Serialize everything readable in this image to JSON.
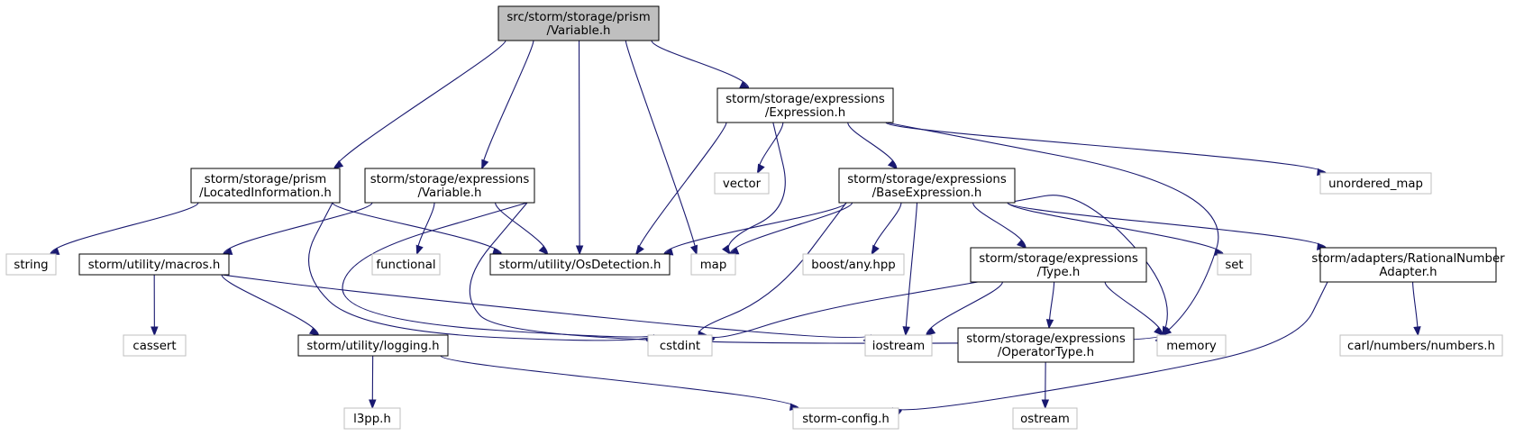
{
  "graph": {
    "colors": {
      "edge": "#191970",
      "root_fill": "#bfbfbf",
      "local_border": "#000000",
      "system_border": "#bfbfbf"
    },
    "nodes": [
      {
        "id": "root",
        "kind": "root",
        "lines": [
          "src/storm/storage/prism",
          "/Variable.h"
        ]
      },
      {
        "id": "expr",
        "kind": "local",
        "lines": [
          "storm/storage/expressions",
          "/Expression.h"
        ]
      },
      {
        "id": "locinfo",
        "kind": "local",
        "lines": [
          "storm/storage/prism",
          "/LocatedInformation.h"
        ]
      },
      {
        "id": "exprvar",
        "kind": "local",
        "lines": [
          "storm/storage/expressions",
          "/Variable.h"
        ]
      },
      {
        "id": "baseexpr",
        "kind": "local",
        "lines": [
          "storm/storage/expressions",
          "/BaseExpression.h"
        ]
      },
      {
        "id": "vector",
        "kind": "system",
        "lines": [
          "vector"
        ]
      },
      {
        "id": "unordered_map",
        "kind": "system",
        "lines": [
          "unordered_map"
        ]
      },
      {
        "id": "string",
        "kind": "system",
        "lines": [
          "string"
        ]
      },
      {
        "id": "macros",
        "kind": "local",
        "lines": [
          "storm/utility/macros.h"
        ]
      },
      {
        "id": "functional",
        "kind": "system",
        "lines": [
          "functional"
        ]
      },
      {
        "id": "osdet",
        "kind": "local",
        "lines": [
          "storm/utility/OsDetection.h"
        ]
      },
      {
        "id": "map",
        "kind": "system",
        "lines": [
          "map"
        ]
      },
      {
        "id": "boostany",
        "kind": "system",
        "lines": [
          "boost/any.hpp"
        ]
      },
      {
        "id": "type",
        "kind": "local",
        "lines": [
          "storm/storage/expressions",
          "/Type.h"
        ]
      },
      {
        "id": "set",
        "kind": "system",
        "lines": [
          "set"
        ]
      },
      {
        "id": "rational",
        "kind": "local",
        "lines": [
          "storm/adapters/RationalNumber",
          "Adapter.h"
        ]
      },
      {
        "id": "cassert",
        "kind": "system",
        "lines": [
          "cassert"
        ]
      },
      {
        "id": "logging",
        "kind": "local",
        "lines": [
          "storm/utility/logging.h"
        ]
      },
      {
        "id": "cstdint",
        "kind": "system",
        "lines": [
          "cstdint"
        ]
      },
      {
        "id": "iostream",
        "kind": "system",
        "lines": [
          "iostream"
        ]
      },
      {
        "id": "optype",
        "kind": "local",
        "lines": [
          "storm/storage/expressions",
          "/OperatorType.h"
        ]
      },
      {
        "id": "memory",
        "kind": "system",
        "lines": [
          "memory"
        ]
      },
      {
        "id": "carl",
        "kind": "system",
        "lines": [
          "carl/numbers/numbers.h"
        ]
      },
      {
        "id": "l3pp",
        "kind": "system",
        "lines": [
          "l3pp.h"
        ]
      },
      {
        "id": "stormconfig",
        "kind": "system",
        "lines": [
          "storm-config.h"
        ]
      },
      {
        "id": "ostream",
        "kind": "system",
        "lines": [
          "ostream"
        ]
      }
    ],
    "edges": [
      [
        "root",
        "expr"
      ],
      [
        "root",
        "locinfo"
      ],
      [
        "root",
        "exprvar"
      ],
      [
        "root",
        "osdet"
      ],
      [
        "root",
        "map"
      ],
      [
        "expr",
        "vector"
      ],
      [
        "expr",
        "unordered_map"
      ],
      [
        "expr",
        "baseexpr"
      ],
      [
        "expr",
        "osdet"
      ],
      [
        "expr",
        "map"
      ],
      [
        "expr",
        "memory"
      ],
      [
        "locinfo",
        "string"
      ],
      [
        "locinfo",
        "osdet"
      ],
      [
        "locinfo",
        "cstdint"
      ],
      [
        "exprvar",
        "macros"
      ],
      [
        "exprvar",
        "functional"
      ],
      [
        "exprvar",
        "osdet"
      ],
      [
        "exprvar",
        "cstdint"
      ],
      [
        "exprvar",
        "memory"
      ],
      [
        "baseexpr",
        "osdet"
      ],
      [
        "baseexpr",
        "map"
      ],
      [
        "baseexpr",
        "boostany"
      ],
      [
        "baseexpr",
        "type"
      ],
      [
        "baseexpr",
        "set"
      ],
      [
        "baseexpr",
        "rational"
      ],
      [
        "baseexpr",
        "cstdint"
      ],
      [
        "baseexpr",
        "iostream"
      ],
      [
        "baseexpr",
        "memory"
      ],
      [
        "macros",
        "cassert"
      ],
      [
        "macros",
        "logging"
      ],
      [
        "macros",
        "iostream"
      ],
      [
        "type",
        "cstdint"
      ],
      [
        "type",
        "iostream"
      ],
      [
        "type",
        "optype"
      ],
      [
        "type",
        "memory"
      ],
      [
        "rational",
        "carl"
      ],
      [
        "rational",
        "stormconfig"
      ],
      [
        "logging",
        "l3pp"
      ],
      [
        "logging",
        "stormconfig"
      ],
      [
        "optype",
        "ostream"
      ]
    ]
  }
}
